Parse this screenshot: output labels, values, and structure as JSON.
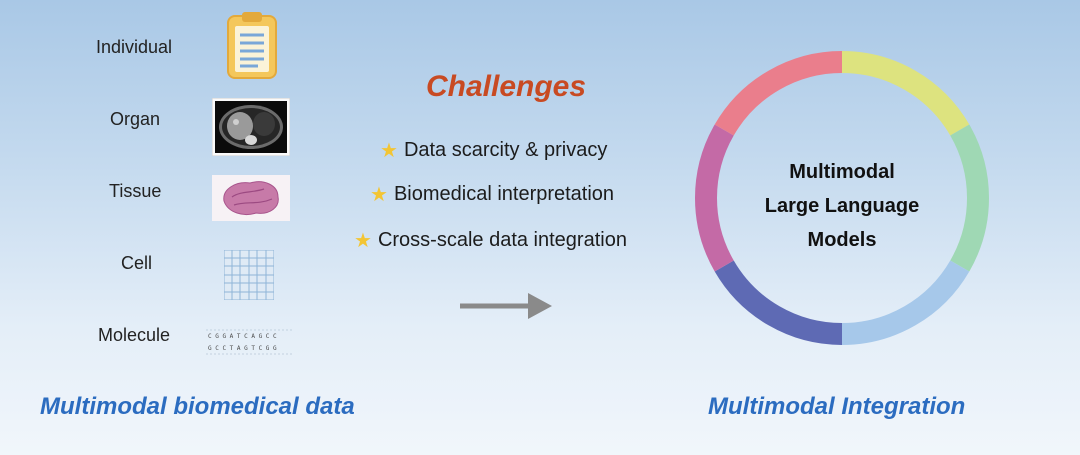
{
  "scales": [
    {
      "label": "Individual",
      "icon": "clipboard-icon"
    },
    {
      "label": "Organ",
      "icon": "ct-scan-icon"
    },
    {
      "label": "Tissue",
      "icon": "tissue-slide-icon"
    },
    {
      "label": "Cell",
      "icon": "cell-grid-icon"
    },
    {
      "label": "Molecule",
      "icon": "dna-sequence-icon"
    }
  ],
  "challenges": {
    "title": "Challenges",
    "items": [
      "Data scarcity & privacy",
      "Biomedical interpretation",
      "Cross-scale data integration"
    ]
  },
  "ring": {
    "line1": "Multimodal",
    "line2": "Large Language",
    "line3": "Models",
    "segment_colors": [
      "#dde37f",
      "#9fd8b4",
      "#a6c8ea",
      "#5e6ab4",
      "#c46aa6",
      "#ea7e8c"
    ]
  },
  "footer": {
    "left": "Multimodal biomedical data",
    "right": "Multimodal Integration"
  },
  "colors": {
    "challenge_title": "#c84a22",
    "footer_text": "#2b6cc0",
    "star": "#f3c534",
    "arrow": "#8a8a8a"
  }
}
